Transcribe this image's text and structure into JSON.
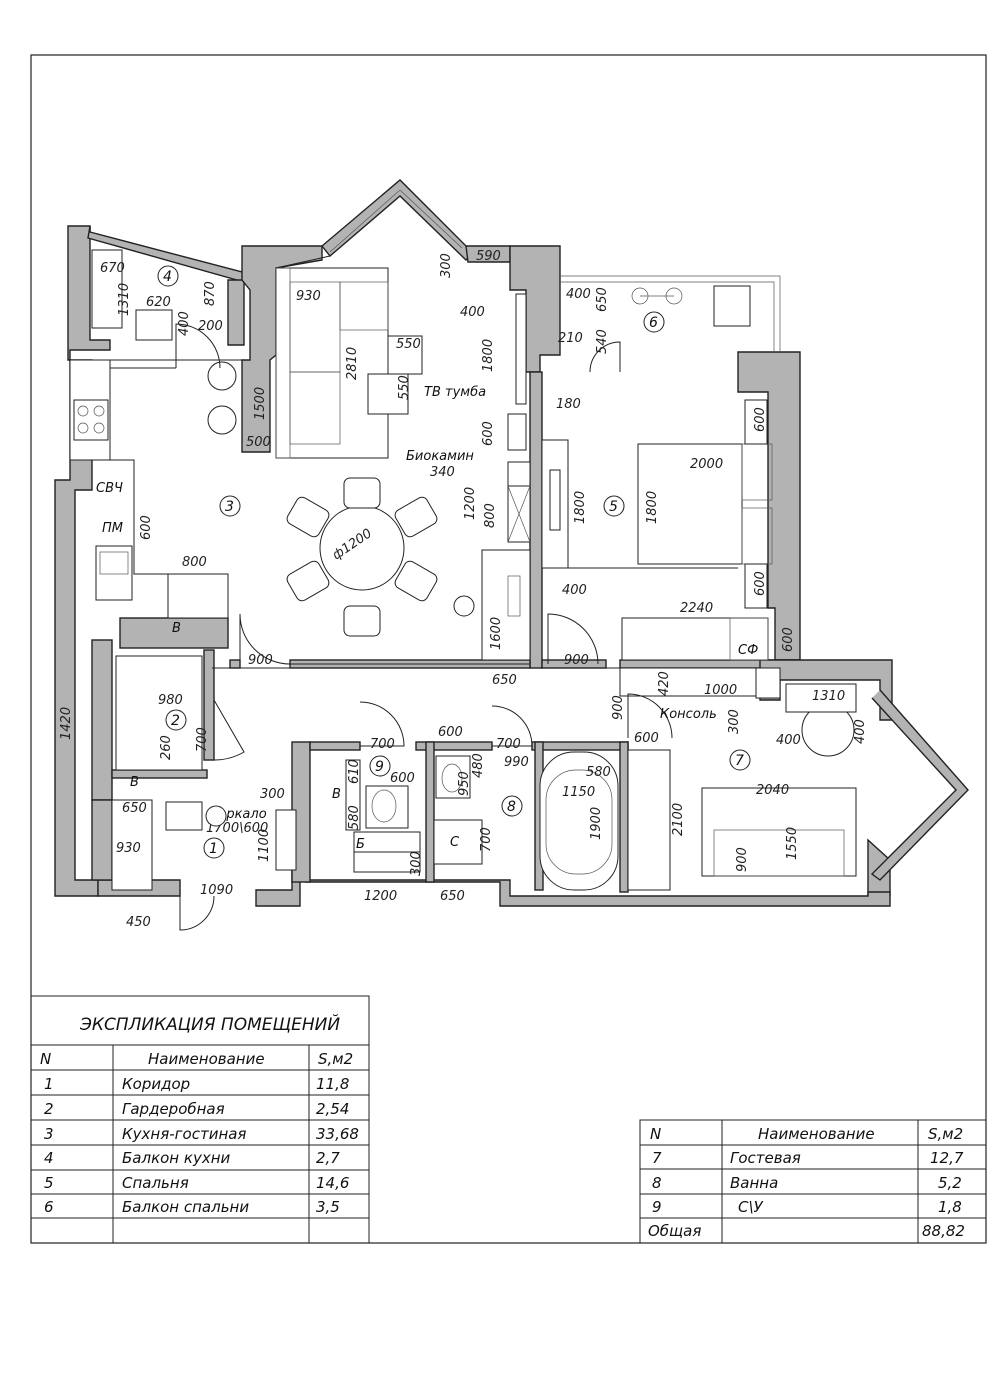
{
  "plan": {
    "room_numbers": [
      "1",
      "2",
      "3",
      "4",
      "5",
      "6",
      "7",
      "8",
      "9"
    ],
    "labels": {
      "tv_stand": "ТВ тумба",
      "biofireplace": "Биокамин",
      "microwave": "СВЧ",
      "dishwasher": "ПМ",
      "console": "Консоль",
      "mirror": "Зеркало",
      "mirror_size": "1700\\600",
      "wardrobe_mark": "СФ",
      "b1": "В",
      "b2": "В",
      "b3": "В",
      "boiler": "Б",
      "washer": "С",
      "table_dim": "ф1200"
    },
    "dims": {
      "d670": "670",
      "d1310a": "1310",
      "d620": "620",
      "d870": "870",
      "d400a": "400",
      "d200": "200",
      "d1500": "1500",
      "d500": "500",
      "d930a": "930",
      "d2810": "2810",
      "d550a": "550",
      "d550b": "550",
      "d300a": "300",
      "d590": "590",
      "d400b": "400",
      "d1800a": "1800",
      "d180": "180",
      "d600a": "600",
      "d340": "340",
      "d1200a": "1200",
      "d800a": "800",
      "d1600": "1600",
      "d650a": "650",
      "d800b": "800",
      "d600b": "600",
      "d900a": "900",
      "d900b": "900",
      "d900c": "900",
      "d400c": "400",
      "d650b": "650",
      "d540": "540",
      "d210": "210",
      "d2000": "2000",
      "d1800b": "1800",
      "d1800c": "1800",
      "d600c": "600",
      "d600d": "600",
      "d2240": "2240",
      "d600e": "600",
      "d400d": "400",
      "d1420": "1420",
      "d980": "980",
      "d260": "260",
      "d700a": "700",
      "d650c": "650",
      "d930b": "930",
      "d300b": "300",
      "d1100": "1100",
      "d1090": "1090",
      "d450": "450",
      "d420": "420",
      "d1000": "1000",
      "d1310b": "1310",
      "d300c": "300",
      "d400e": "400",
      "d400f": "400",
      "d700b": "700",
      "d610": "610",
      "d600f": "600",
      "d580a": "580",
      "d300d": "300",
      "d1200b": "1200",
      "d600g": "600",
      "d700c": "700",
      "d990": "990",
      "d950": "950",
      "d480": "480",
      "d580b": "580",
      "d1150": "1150",
      "d1900": "1900",
      "d700d": "700",
      "d650d": "650",
      "d600h": "600",
      "d2100": "2100",
      "d2040": "2040",
      "d900d": "900",
      "d1550": "1550"
    }
  },
  "table_left": {
    "title": "ЭКСПЛИКАЦИЯ ПОМЕЩЕНИЙ",
    "headers": [
      "N",
      "Наименование",
      "S,м2"
    ],
    "rows": [
      [
        "1",
        "Коридор",
        "11,8"
      ],
      [
        "2",
        "Гардеробная",
        "2,54"
      ],
      [
        "3",
        "Кухня-гостиная",
        "33,68"
      ],
      [
        "4",
        "Балкон кухни",
        "2,7"
      ],
      [
        "5",
        "Спальня",
        "14,6"
      ],
      [
        "6",
        "Балкон спальни",
        "3,5"
      ]
    ]
  },
  "table_right": {
    "headers": [
      "N",
      "Наименование",
      "S,м2"
    ],
    "rows": [
      [
        "7",
        "Гостевая",
        "12,7"
      ],
      [
        "8",
        "Ванна",
        "5,2"
      ],
      [
        "9",
        "С\\У",
        "1,8"
      ],
      [
        "Общая",
        "",
        "88,82"
      ]
    ]
  }
}
